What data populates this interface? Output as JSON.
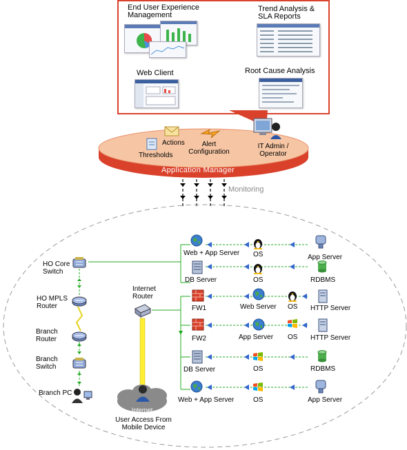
{
  "top_panel": {
    "end_user_experience": "End User Experience Management",
    "end_user_line1": "End User Experience",
    "end_user_line2": "Management",
    "trend_line1": "Trend Analysis &",
    "trend_line2": "SLA Reports",
    "web_client": "Web Client",
    "root_cause": "Root Cause Analysis"
  },
  "ellipse": {
    "actions": "Actions",
    "thresholds": "Thresholds",
    "alert_line1": "Alert",
    "alert_line2": "Configuration",
    "it_admin_line1": "IT Admin /",
    "it_admin_line2": "Operator",
    "app_manager": "Application Manager"
  },
  "monitoring": "Monitoring",
  "left_chain": {
    "ho_core_1": "HO Core",
    "ho_core_2": "Switch",
    "ho_mpls_1": "HO MPLS",
    "ho_mpls_2": "Router",
    "branch_router_1": "Branch",
    "branch_router_2": "Router",
    "branch_switch_1": "Branch",
    "branch_switch_2": "Switch",
    "branch_pc": "Branch PC"
  },
  "internet_router_1": "Internet",
  "internet_router_2": "Router",
  "cloud_label": "Internet",
  "user_access_1": "User Access From",
  "user_access_2": "Mobile Device",
  "rows": [
    {
      "target": "Web + App Server",
      "os": "OS",
      "source": "App Server"
    },
    {
      "target": "DB Server",
      "os": "OS",
      "source": "RDBMS"
    },
    {
      "target": "FW1",
      "middle": "Web Server",
      "os": "OS",
      "source": "HTTP Server"
    },
    {
      "target": "FW2",
      "middle": "App Server",
      "os": "OS",
      "source": "HTTP Server"
    },
    {
      "target": "DB Server",
      "os": "OS",
      "source": "RDBMS"
    },
    {
      "target": "Web + App Server",
      "os": "OS",
      "source": "App Server"
    }
  ],
  "colors": {
    "ellipse_fill": "#f4c8a8",
    "ellipse_band": "#d9412a",
    "panel_border": "#d9412a",
    "link_green": "#22aa22",
    "arrow_blue": "#3366cc",
    "yellow_link": "#ffee33"
  }
}
